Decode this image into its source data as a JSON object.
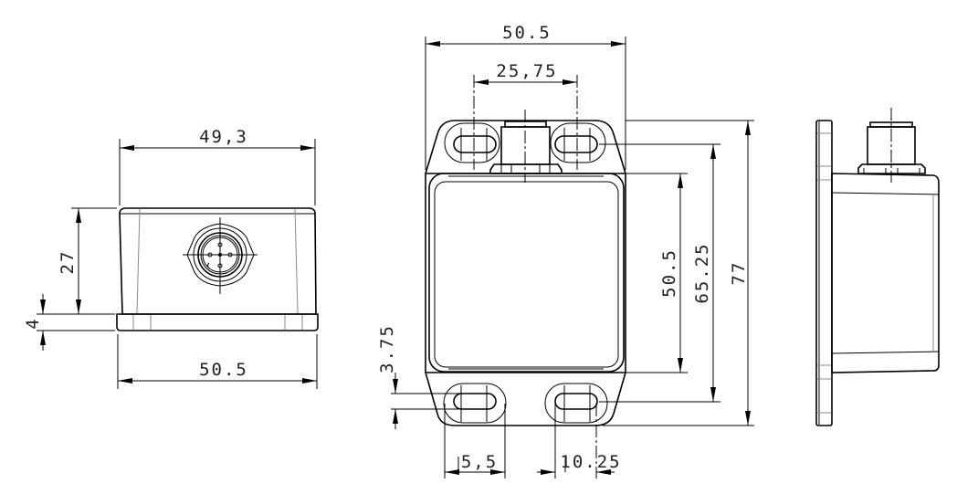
{
  "front_view": {
    "width_top": "49,3",
    "width_bottom": "50.5",
    "height": "27",
    "base_height": "4"
  },
  "top_view": {
    "overall_width": "50.5",
    "hole_spacing": "25,75",
    "body_length": "50.5",
    "hole_pitch": "65.25",
    "overall_length": "77",
    "slot_offset": "3.75",
    "slot_width": "5,5",
    "slot_length": "10.25"
  },
  "colors": {
    "line": "#000000",
    "background": "#ffffff"
  }
}
